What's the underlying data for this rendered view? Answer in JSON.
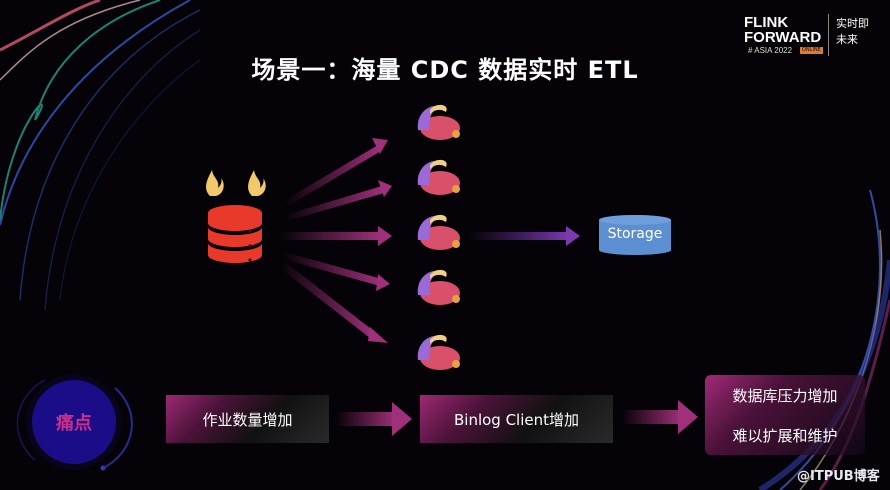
{
  "slide": {
    "title": "场景一：海量 CDC 数据实时 ETL",
    "logo": {
      "line1": "FLINK",
      "line2": "FORWARD",
      "line3": "# ASIA 2022",
      "tag": "ONLINE",
      "slogan": "实时即未来"
    },
    "diagram": {
      "source": {
        "icon": "database-icon",
        "decoration": "flame-icon",
        "color": "#e8392b"
      },
      "jobs": {
        "count": 5,
        "icon": "flink-squirrel-icon"
      },
      "sink": {
        "label": "Storage",
        "color": "#5b8fd1"
      },
      "arrow_color": "#a0307a"
    },
    "painpoints": {
      "badge": "痛点",
      "steps": [
        {
          "label": "作业数量增加"
        },
        {
          "label": "Binlog Client增加"
        },
        {
          "lines": [
            "数据库压力增加",
            "难以扩展和维护"
          ]
        }
      ]
    },
    "watermark": "@ITPUB博客"
  }
}
